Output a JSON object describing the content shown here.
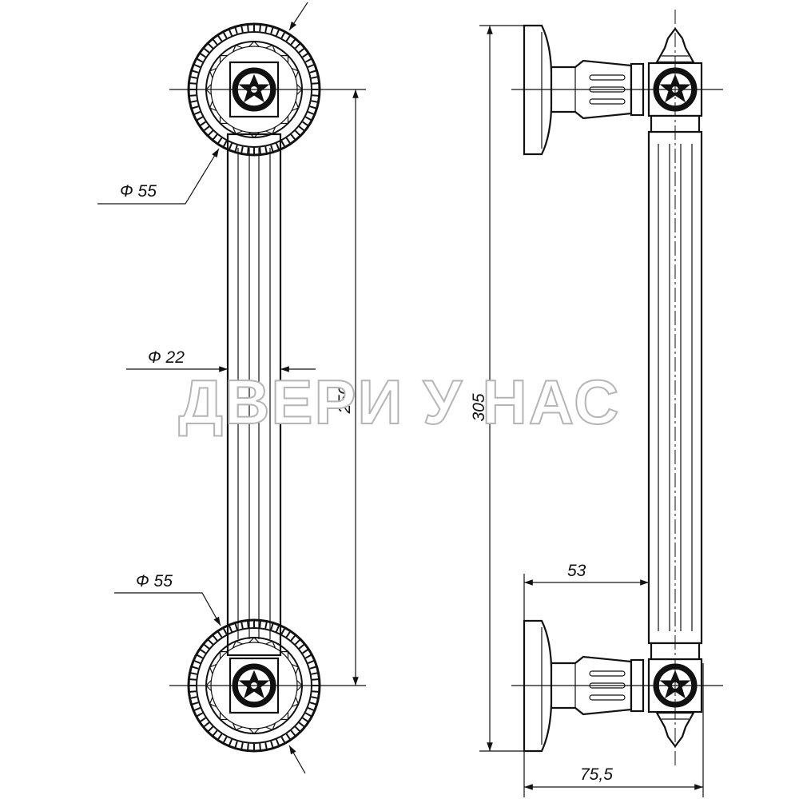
{
  "dimensions": {
    "bottom_rosette_diameter": "Ф 55",
    "top_rosette_diameter": "Ф 55",
    "bar_diameter": "Ф 22",
    "center_distance": "250",
    "overall_length": "305",
    "projection": "53",
    "overall_depth": "75,5"
  },
  "watermark": "ДВЕРИ У НАС",
  "colors": {
    "line": "#111111",
    "background": "#ffffff",
    "watermark_outline": "#b5b5b5"
  }
}
